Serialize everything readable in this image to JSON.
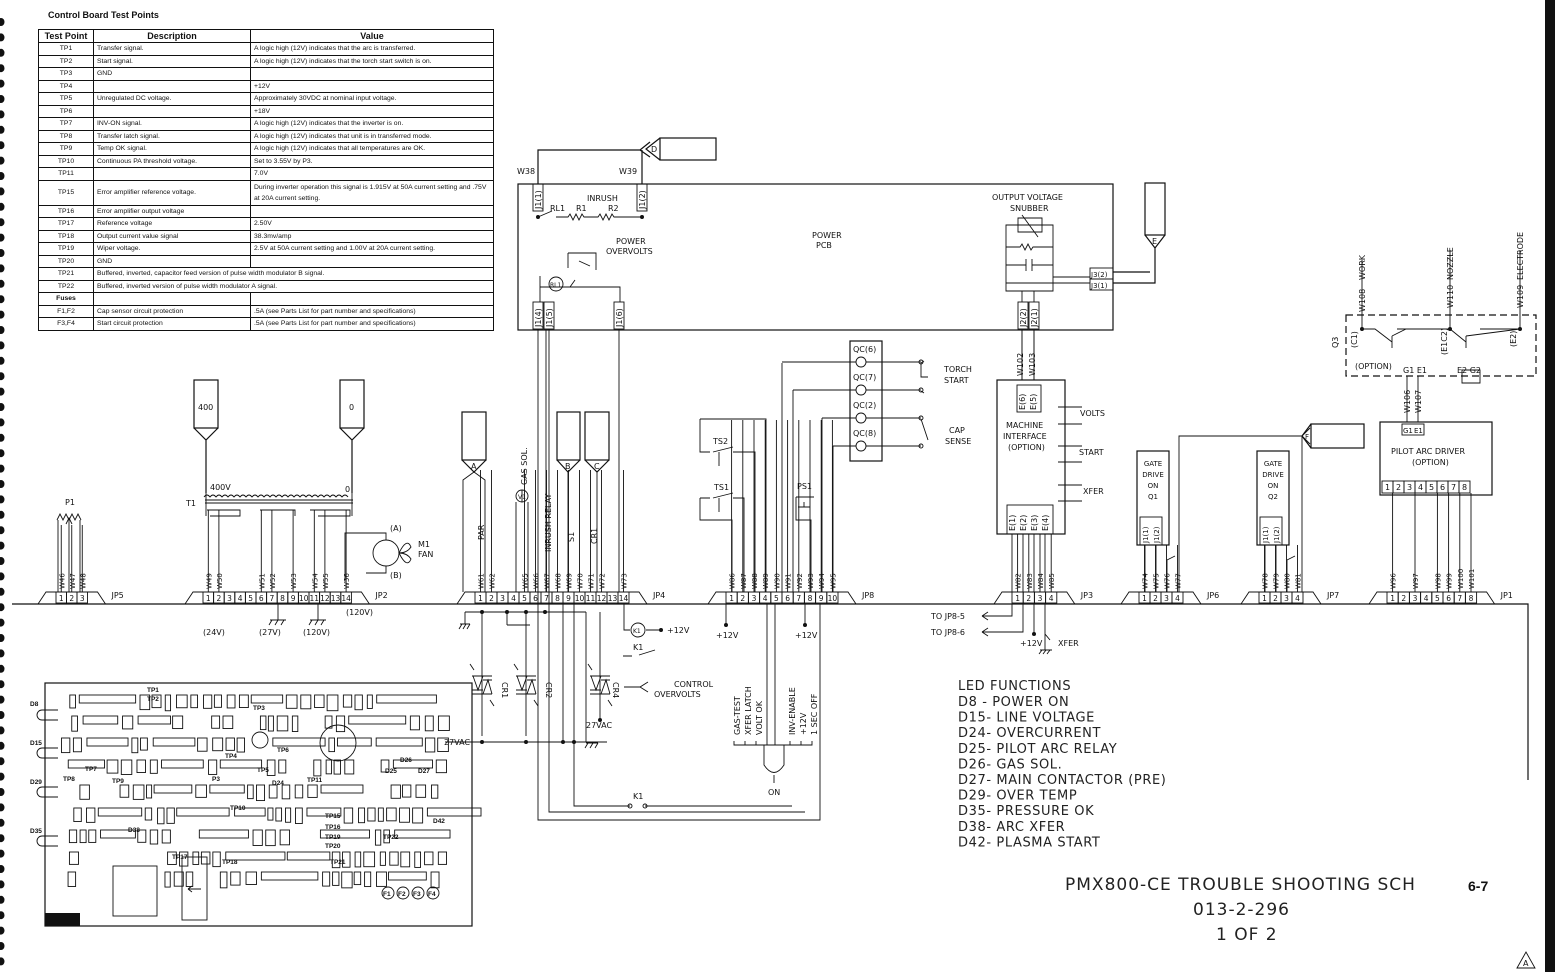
{
  "test_points": {
    "title": "Control Board Test Points",
    "headers": [
      "Test Point",
      "Description",
      "Value"
    ],
    "rows": [
      [
        "TP1",
        "Transfer signal.",
        "A logic high (12V) indicates that the arc is transferred."
      ],
      [
        "TP2",
        "Start signal.",
        "A logic high (12V) indicates that the torch start switch is on."
      ],
      [
        "TP3",
        "GND",
        ""
      ],
      [
        "TP4",
        "",
        "+12V"
      ],
      [
        "TP5",
        "Unregulated DC voltage.",
        "Approximately 30VDC at nominal input voltage."
      ],
      [
        "TP6",
        "",
        "+18V"
      ],
      [
        "TP7",
        "INV-ON signal.",
        "A logic high (12V) indicates that the inverter is on."
      ],
      [
        "TP8",
        "Transfer latch signal.",
        "A logic high (12V) indicates that unit is in transferred mode."
      ],
      [
        "TP9",
        "Temp OK signal.",
        "A logic high (12V) indicates that all temperatures are OK."
      ],
      [
        "TP10",
        "Continuous PA threshold voltage.",
        "Set to 3.55V by P3."
      ],
      [
        "TP11",
        "",
        "7.0V"
      ],
      [
        "TP15",
        "Error amplifier reference voltage.",
        "During inverter operation this signal is 1.915V at 50A current setting and .75V at 20A current setting."
      ],
      [
        "TP16",
        "Error amplifier output voltage",
        ""
      ],
      [
        "TP17",
        "Reference voltage",
        "2.50V"
      ],
      [
        "TP18",
        "Output current value signal",
        "38.3mv/amp"
      ],
      [
        "TP19",
        "Wiper voltage.",
        "2.5V at 50A current setting and 1.00V at 20A current setting."
      ],
      [
        "TP20",
        "GND",
        ""
      ],
      [
        "TP21",
        "Buffered, inverted, capacitor feed version of pulse width modulator B signal.",
        ""
      ],
      [
        "TP22",
        "Buffered, inverted version of pulse width modulator A signal.",
        ""
      ],
      [
        "Fuses",
        "",
        ""
      ],
      [
        "F1,F2",
        "Cap sensor circuit protection",
        ".5A (see Parts List for part number and specifications)"
      ],
      [
        "F3,F4",
        "Start circuit protection",
        ".5A (see Parts List for part number and specifications)"
      ]
    ]
  },
  "power_pcb": {
    "title": [
      "POWER",
      "PCB"
    ],
    "inrush": "INRUSH",
    "rl1": "RL1",
    "r1": "R1",
    "r2": "R2",
    "overvolts": [
      "POWER",
      "OVERVOLTS"
    ],
    "relay_coil": "RL1",
    "snubber": [
      "OUTPUT VOLTAGE",
      "SNUBBER"
    ],
    "jacks": [
      "J1(1)",
      "J1(2)",
      "J1(4)",
      "J1(5)",
      "J1(6)",
      "J2(2)",
      "J2(1)",
      "J3(2)",
      "J3(1)"
    ],
    "w38": "W38",
    "w39": "W39"
  },
  "plugs": {
    "D": "D",
    "E": "E",
    "F": "F",
    "F2": "F",
    "A": "A",
    "B": "B",
    "C": "C",
    "t400": "400",
    "t0": "0"
  },
  "transformer": {
    "name": "T1",
    "primary": "400V",
    "primary_zero": "0",
    "pot": "P1",
    "fan": [
      "M1",
      "FAN"
    ],
    "fan_a": "(A)",
    "fan_b": "(B)",
    "taps": [
      "(24V)",
      "(27V)",
      "(120V)",
      "(120V)"
    ]
  },
  "jp4_labels": {
    "par": "PAR",
    "gas_sol": "GAS SOL.",
    "v1": "V1",
    "inrush_relay": "INRUSH RELAY",
    "s1": "S1",
    "cr1": "CR1"
  },
  "qc": {
    "terminals": [
      "QC(6)",
      "QC(7)",
      "QC(2)",
      "QC(8)"
    ],
    "torch_start": [
      "TORCH",
      "START"
    ],
    "cap_sense": [
      "CAP",
      "SENSE"
    ]
  },
  "switches": {
    "ts2": "TS2",
    "ts1": "TS1",
    "ps1": "PS1"
  },
  "machine_interface": {
    "title": [
      "MACHINE",
      "INTERFACE",
      "(OPTION)"
    ],
    "top_pins": [
      "E(6)",
      "E(5)"
    ],
    "top_wires": [
      "W102",
      "W103"
    ],
    "bottom_pins": [
      "E(1)",
      "E(2)",
      "E(3)",
      "E(4)"
    ],
    "outputs": [
      "VOLTS",
      "START",
      "XFER"
    ]
  },
  "gate_drives": [
    {
      "title": [
        "GATE",
        "DRIVE",
        "ON",
        "Q1"
      ],
      "pins": [
        "J1(1)",
        "J1(2)"
      ]
    },
    {
      "title": [
        "GATE",
        "DRIVE",
        "ON",
        "Q2"
      ],
      "pins": [
        "J1(1)",
        "J1(2)"
      ]
    }
  ],
  "pilot_arc": {
    "title": [
      "PILOT ARC DRIVER",
      "(OPTION)"
    ],
    "gate_pins": [
      "G1",
      "E1"
    ],
    "pins": [
      "1",
      "2",
      "3",
      "4",
      "5",
      "6",
      "7",
      "8"
    ],
    "gate_wires": [
      "W106",
      "W107"
    ]
  },
  "q3": {
    "name": "Q3",
    "option": "(OPTION)",
    "c1": "(C1)",
    "e1c2": "(E1C2)",
    "e2": "(E2)",
    "g1e1": "G1 E1",
    "e2g2": "E2  G2",
    "outputs": [
      {
        "wire": "W108",
        "label": "WORK"
      },
      {
        "wire": "W110",
        "label": "NOZZLE"
      },
      {
        "wire": "W109",
        "label": "ELECTRODE"
      }
    ]
  },
  "connectors": [
    {
      "label": "JP5",
      "pins": [
        "1",
        "2",
        "3"
      ],
      "wires": [
        "W46",
        "W47",
        "W48"
      ]
    },
    {
      "label": "JP2",
      "pins": [
        "1",
        "2",
        "3",
        "4",
        "5",
        "6",
        "7",
        "8",
        "9",
        "10",
        "11",
        "12",
        "13",
        "14"
      ],
      "wires": [
        "W49",
        "W50",
        "",
        "",
        "",
        "W51",
        "W52",
        "",
        "W53",
        "",
        "W54",
        "W55",
        "",
        "W56"
      ]
    },
    {
      "label": "JP4",
      "pins": [
        "1",
        "2",
        "3",
        "4",
        "5",
        "6",
        "7",
        "8",
        "9",
        "10",
        "11",
        "12",
        "13",
        "14"
      ],
      "wires": [
        "W61",
        "W62",
        "",
        "",
        "W65",
        "W66",
        "W67",
        "W68",
        "W69",
        "W70",
        "W71",
        "W72",
        "",
        "W73"
      ]
    },
    {
      "label": "JP8",
      "pins": [
        "1",
        "2",
        "3",
        "4",
        "5",
        "6",
        "7",
        "8",
        "9",
        "10"
      ],
      "wires": [
        "W86",
        "W87",
        "W88",
        "W89",
        "W90",
        "W91",
        "W92",
        "W93",
        "W94",
        "W95"
      ]
    },
    {
      "label": "JP3",
      "pins": [
        "1",
        "2",
        "3",
        "4"
      ],
      "wires": [
        "W82",
        "W83",
        "W84",
        "W85"
      ]
    },
    {
      "label": "JP6",
      "pins": [
        "1",
        "2",
        "3",
        "4"
      ],
      "wires": [
        "W74",
        "W75",
        "W76",
        "W77"
      ]
    },
    {
      "label": "JP7",
      "pins": [
        "1",
        "2",
        "3",
        "4"
      ],
      "wires": [
        "W78",
        "W79",
        "W80",
        "W81"
      ]
    },
    {
      "label": "JP1",
      "pins": [
        "1",
        "2",
        "3",
        "4",
        "5",
        "6",
        "7",
        "8"
      ],
      "wires": [
        "W96",
        "",
        "W97",
        "",
        "W98",
        "W99",
        "W100",
        "W101"
      ]
    }
  ],
  "lower": {
    "k1": "K1",
    "k1_switch": "K1",
    "k1_bottom": "K1",
    "plus12": "+12V",
    "control_overvolts": [
      "CONTROL",
      "OVERVOLTS"
    ],
    "cr1": "CR1",
    "cr2": "CR2",
    "cr4": "CR4",
    "vac27": "27VAC",
    "vac27_left": "27VAC",
    "jp8_plus12_a": "+12V",
    "jp8_plus12_b": "+12V",
    "and_inputs_left": [
      "GAS-TEST",
      "XFER LATCH",
      "VOLT OK"
    ],
    "and_inputs_right": [
      "INV-ENABLE",
      "+12V",
      "1 SEC OFF"
    ],
    "on": "ON",
    "to_jp8_5": "TO JP8-5",
    "to_jp8_6": "TO JP8-6",
    "jp3_plus12": "+12V",
    "xfer": "XFER"
  },
  "pcb_labels": [
    "D8",
    "D15",
    "D29",
    "D35",
    "TP1",
    "TP2",
    "TP3",
    "TP4",
    "TP5",
    "TP6",
    "TP7",
    "TP8",
    "TP9",
    "P3",
    "TP10",
    "D24",
    "TP11",
    "TP15",
    "TP16",
    "TP19",
    "TP20",
    "TP21",
    "TP22",
    "TP17",
    "TP18",
    "D38",
    "D25",
    "D26",
    "D27",
    "D42",
    "F1",
    "F2",
    "F3",
    "F4"
  ],
  "led_functions": {
    "title": "LED FUNCTIONS",
    "items": [
      "D8 - POWER ON",
      "D15- LINE VOLTAGE",
      "D24- OVERCURRENT",
      "D25- PILOT ARC RELAY",
      "D26- GAS SOL.",
      "D27- MAIN CONTACTOR (PRE)",
      "D29- OVER TEMP",
      "D35- PRESSURE OK",
      "D38- ARC XFER",
      "D42- PLASMA START"
    ]
  },
  "title_block": {
    "title": "PMX800-CE TROUBLE SHOOTING SCH",
    "page": "6-7",
    "drawing_no": "013-2-296",
    "sheet": "1 OF 2",
    "rev": "A"
  }
}
